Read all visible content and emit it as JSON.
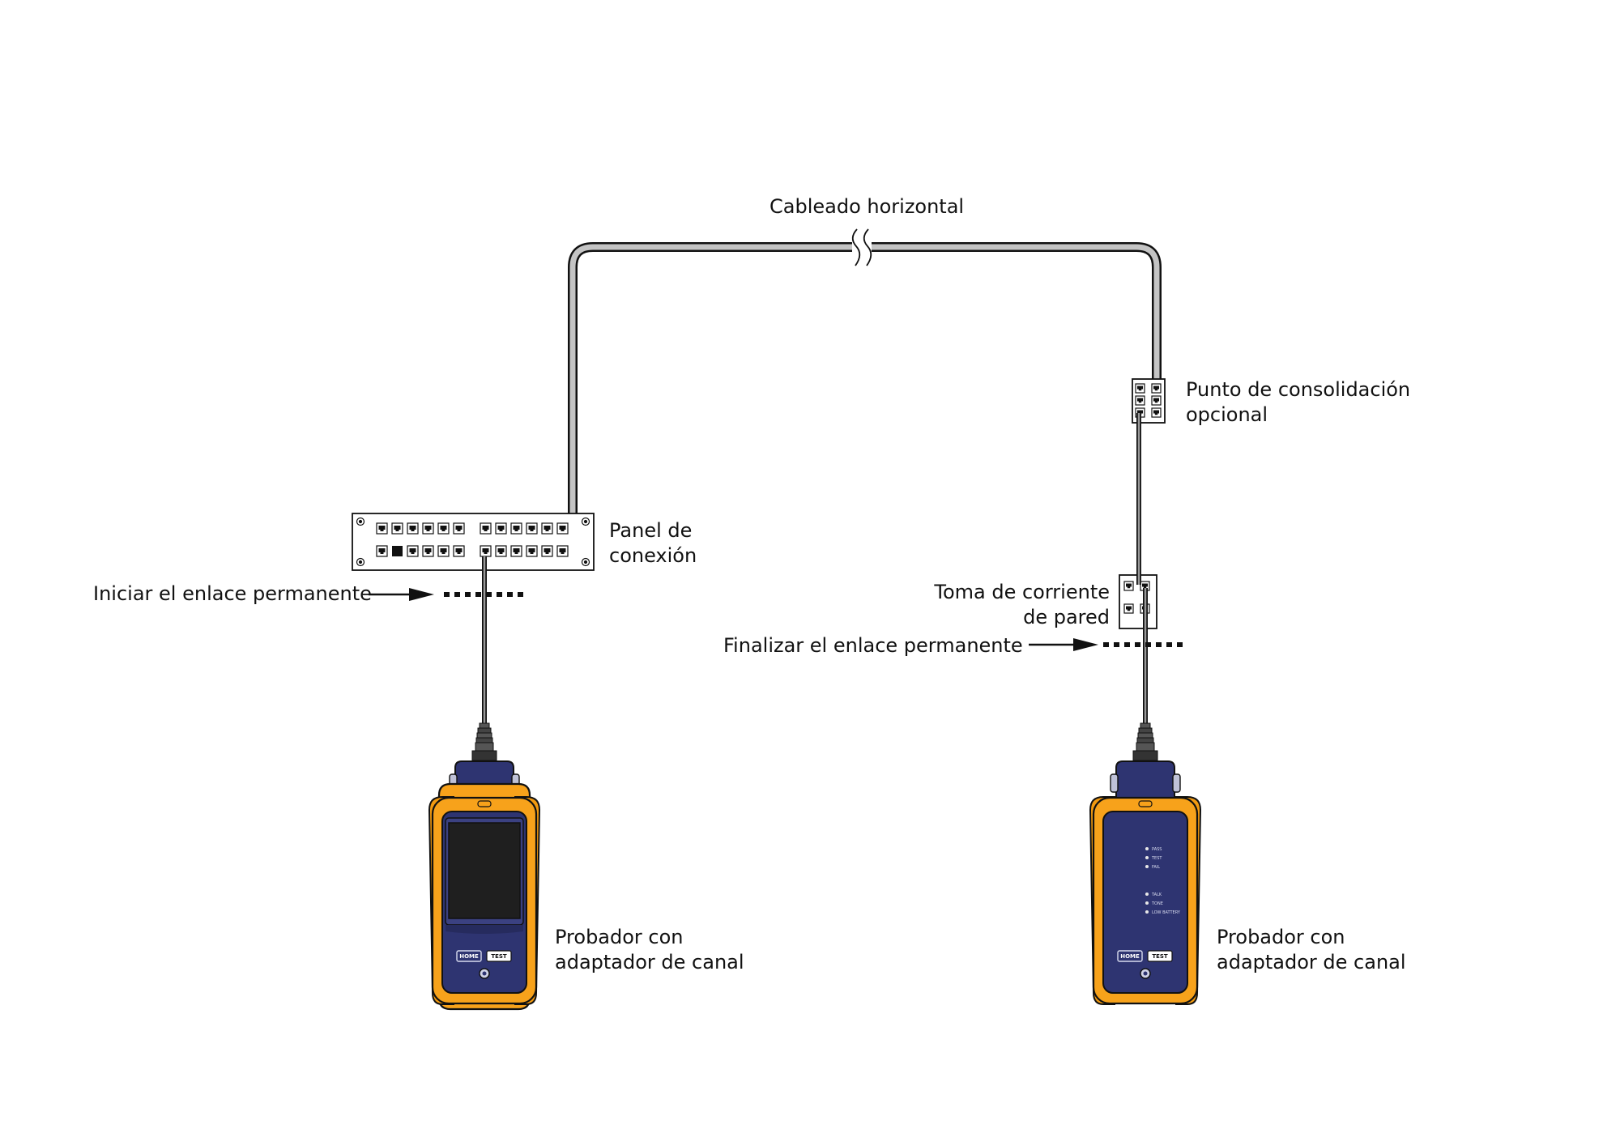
{
  "labels": {
    "horizontal_cabling": "Cableado horizontal",
    "consolidation_point": [
      "Punto de consolidación",
      "opcional"
    ],
    "patch_panel": [
      "Panel de",
      "conexión"
    ],
    "start_link": "Iniciar el enlace permanente",
    "wall_outlet": [
      "Toma de corriente",
      "de pared"
    ],
    "end_link": "Finalizar el enlace permanente",
    "tester_left": [
      "Probador con",
      "adaptador de canal"
    ],
    "tester_right": [
      "Probador con",
      "adaptador de canal"
    ]
  },
  "devices": {
    "left": {
      "home_label": "HOME",
      "test_label": "TEST"
    },
    "right": {
      "home_label": "HOME",
      "test_label": "TEST",
      "leds_top": [
        "PASS",
        "TEST",
        "FAIL"
      ],
      "leds_bottom": [
        "TALK",
        "TONE",
        "LOW BATTERY"
      ]
    }
  },
  "colors": {
    "cable_fill": "#c4c4c4",
    "device_orange": "#f7a21b",
    "device_navy": "#2e3471",
    "line": "#111111"
  }
}
